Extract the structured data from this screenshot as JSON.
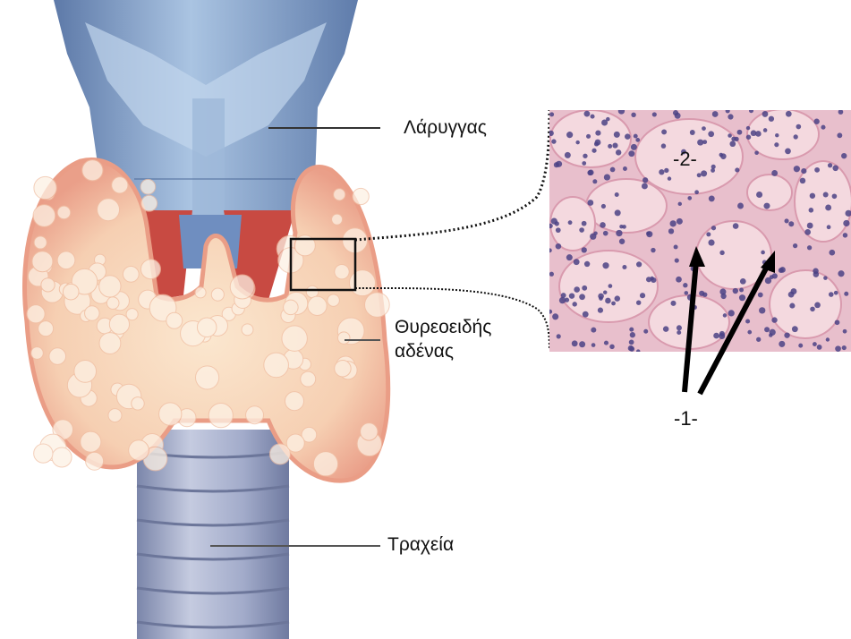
{
  "labels": {
    "larynx": "Λάρυγγας",
    "thyroid_line1": "Θυρεοειδής",
    "thyroid_line2": "αδένας",
    "trachea": "Τραχεία",
    "marker_1": "-1-",
    "marker_2": "-2-"
  },
  "colors": {
    "thyroid_fill": "#f6c2a6",
    "thyroid_edge": "#ec9d86",
    "larynx_fill": "#8fb0d3",
    "larynx_dark": "#5f7fae",
    "muscle": "#c74b43",
    "trachea_fill": "#a9b2cf",
    "tissue_bg": "#e9c2cf",
    "follicle": "#f3d8de",
    "nucleus": "#4a3f80"
  }
}
